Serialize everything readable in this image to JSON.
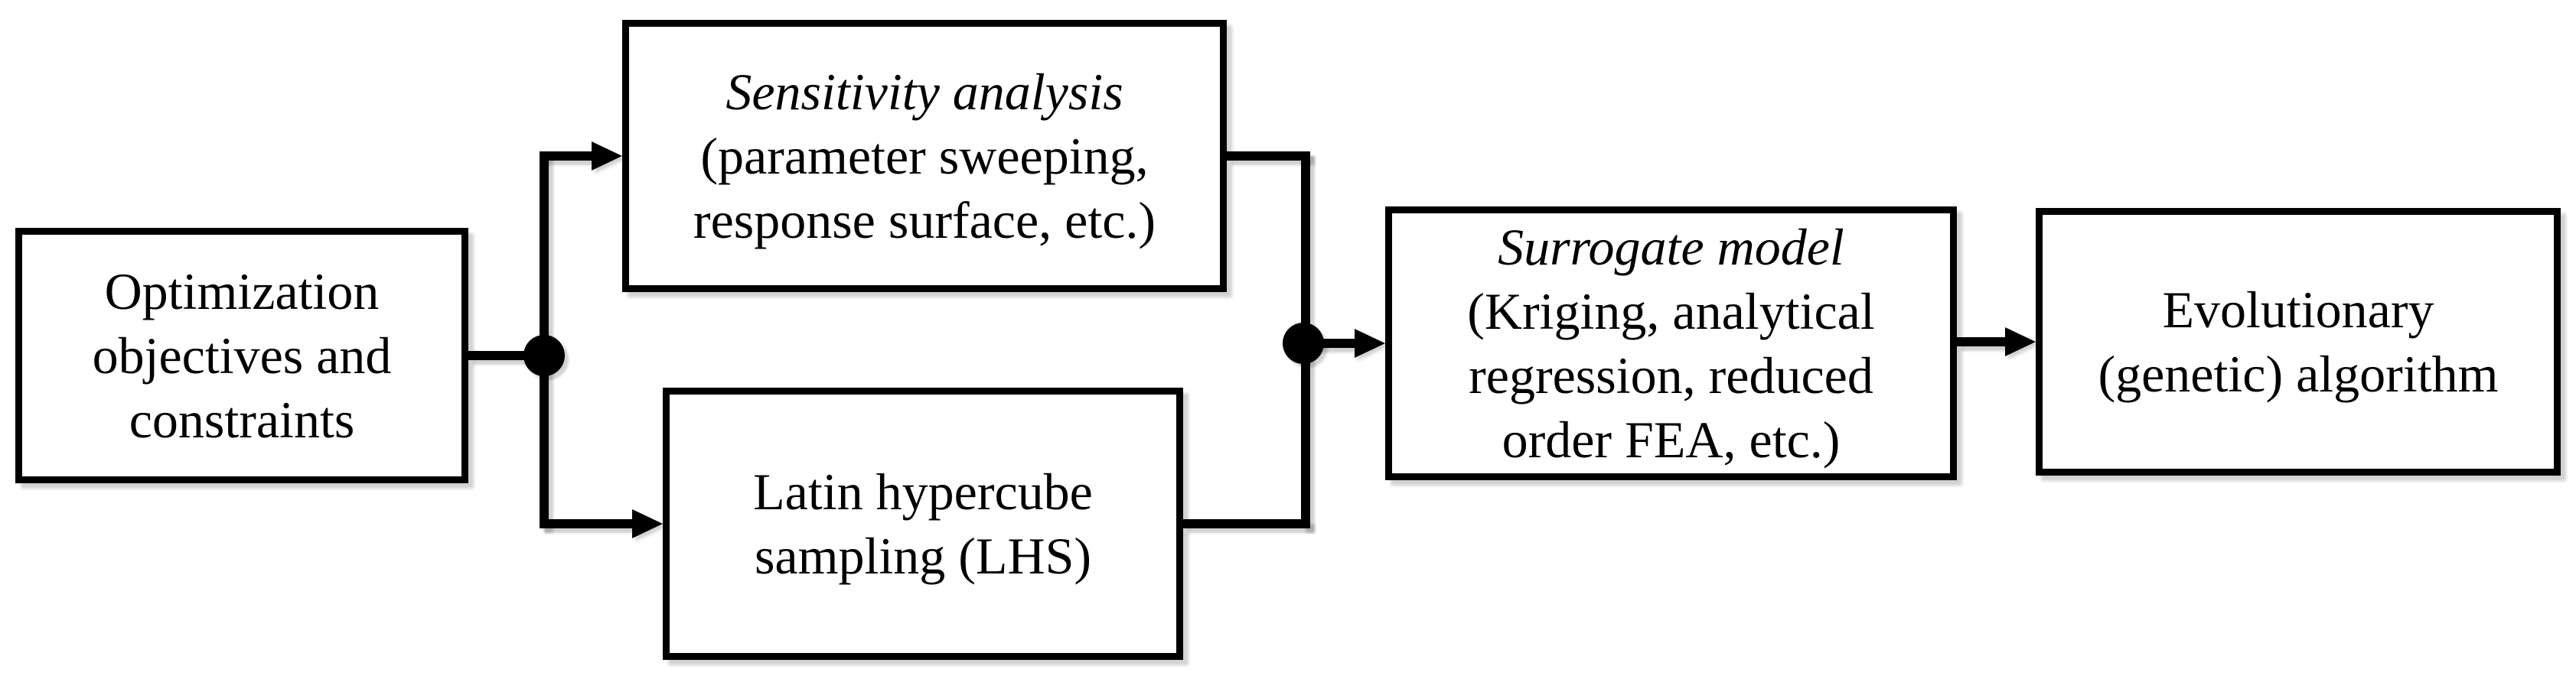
{
  "diagram": {
    "type": "flowchart",
    "direction": "left-to-right",
    "background_color": "#ffffff",
    "line_color": "#000000",
    "text_color": "#000000",
    "nodes": {
      "optimization": {
        "lines": [
          "Optimization",
          "objectives and",
          "constraints"
        ]
      },
      "sensitivity": {
        "title": "Sensitivity analysis",
        "lines": [
          "(parameter sweeping,",
          "response surface, etc.)"
        ]
      },
      "lhs": {
        "lines": [
          "Latin hypercube",
          "sampling (LHS)"
        ]
      },
      "surrogate": {
        "title": "Surrogate model",
        "lines": [
          "(Kriging, analytical",
          "regression, reduced",
          "order FEA, etc.)"
        ]
      },
      "evolutionary": {
        "lines": [
          "Evolutionary",
          "(genetic) algorithm"
        ]
      }
    },
    "edges": [
      {
        "from": "optimization",
        "to": "sensitivity",
        "via": "split-junction"
      },
      {
        "from": "optimization",
        "to": "lhs",
        "via": "split-junction"
      },
      {
        "from": "sensitivity",
        "to": "surrogate",
        "via": "merge-junction"
      },
      {
        "from": "lhs",
        "to": "surrogate",
        "via": "merge-junction"
      },
      {
        "from": "surrogate",
        "to": "evolutionary"
      }
    ]
  }
}
